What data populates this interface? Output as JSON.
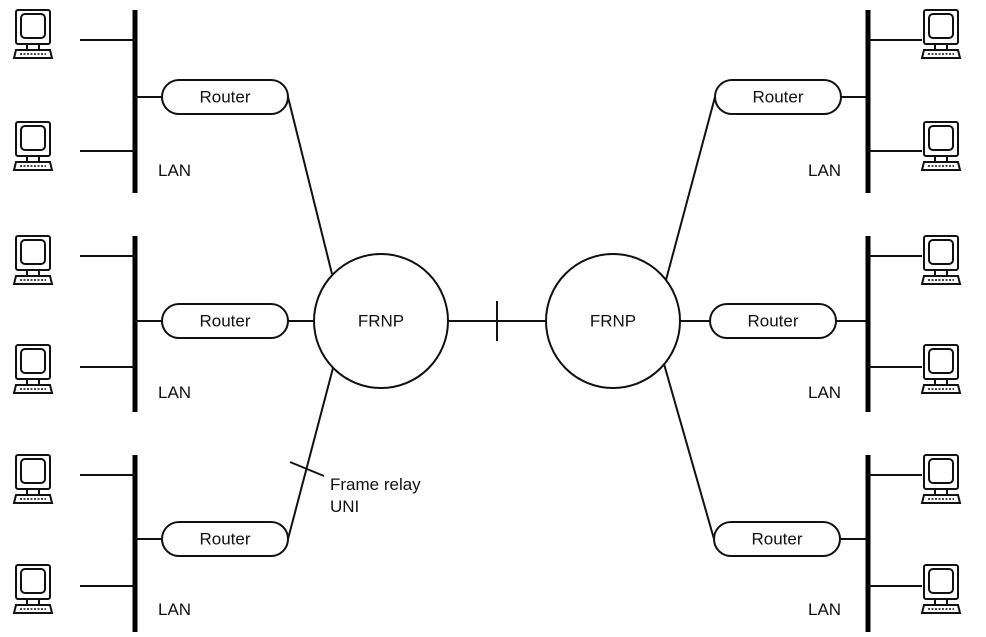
{
  "diagram": {
    "router_label": "Router",
    "lan_label": "LAN",
    "frnp_left": "FRNP",
    "frnp_right": "FRNP",
    "uni_line1": "Frame relay",
    "uni_line2": "UNI"
  }
}
